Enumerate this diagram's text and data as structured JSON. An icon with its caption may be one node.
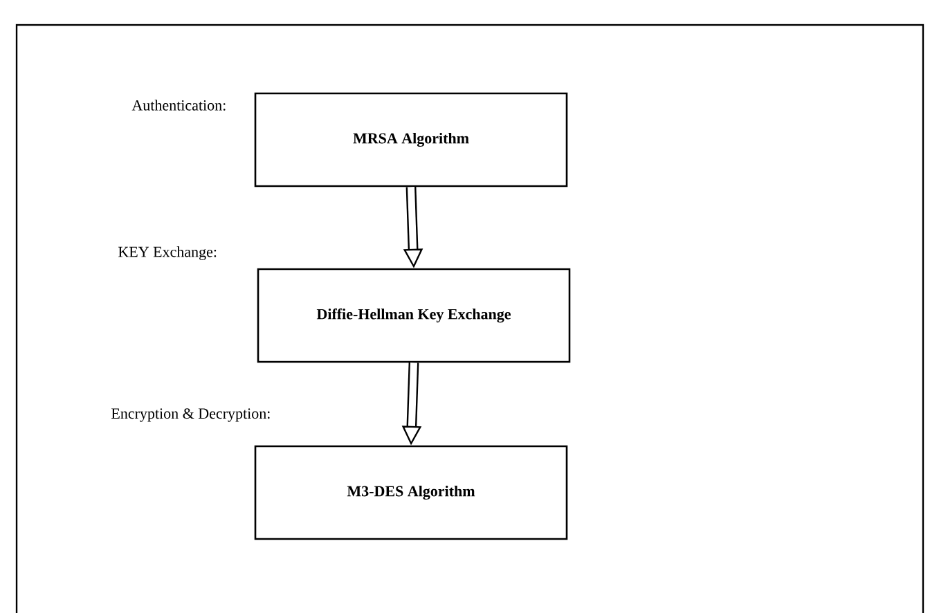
{
  "diagram": {
    "nodes": [
      {
        "text": [
          "Authentication:",
          "MRSA Algorithm"
        ]
      },
      {
        "text": [
          "KEY Exchange:",
          "Diffie-Hellman Key Exchange"
        ]
      },
      {
        "text": [
          "Encryption & Decryption:",
          "M3-DES Algorithm"
        ]
      }
    ],
    "edges": [
      {
        "from": 0,
        "to": 1,
        "arrow": "to"
      },
      {
        "from": 1,
        "to": 2,
        "arrow": "to"
      }
    ]
  }
}
